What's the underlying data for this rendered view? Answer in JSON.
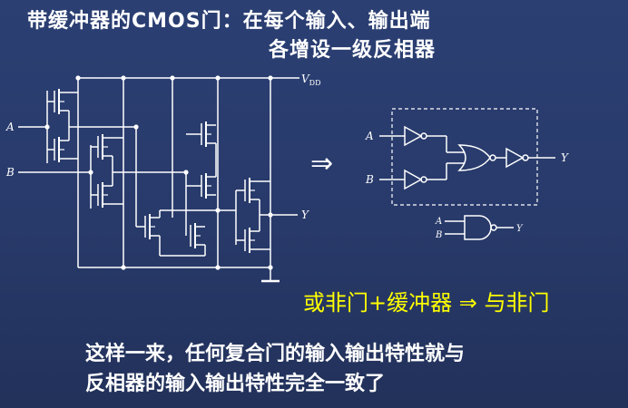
{
  "title": {
    "line1": "带缓冲器的CMOS门：在每个输入、输出端",
    "line2": "各增设一级反相器"
  },
  "circuit": {
    "vdd_label": "V",
    "vdd_sub": "DD",
    "input_a": "A",
    "input_b": "B",
    "output_y": "Y"
  },
  "logic_block": {
    "input_a": "A",
    "input_b": "B",
    "output_y": "Y"
  },
  "small_gate": {
    "input_a": "A",
    "input_b": "B",
    "output_y": "Y"
  },
  "arrow_symbol": "⇒",
  "equation": "或非门+缓冲器 ⇒ 与非门",
  "conclusion": {
    "line1": "这样一来，任何复合门的输入输出特性就与",
    "line2": "反相器的输入输出特性完全一致了"
  },
  "colors": {
    "background": "#283a6a",
    "wire": "#ffffff",
    "highlight": "#ffff00"
  }
}
